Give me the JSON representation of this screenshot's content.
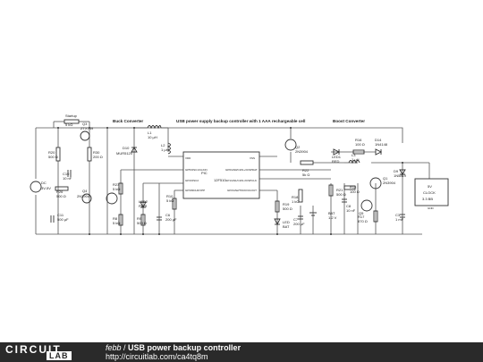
{
  "header": {
    "buck": "Buck Converter",
    "main": "USB power supply backup controller with 1 AAA rechargeable cell",
    "boost": "Boost Converter"
  },
  "labels": {
    "startup": [
      "Startup",
      "5 kΩ"
    ],
    "q3": [
      "Q3",
      "ZTX749"
    ],
    "r20": [
      "R20",
      "500 Ω"
    ],
    "r30": [
      "R30",
      "200 Ω"
    ],
    "c10": [
      "C10",
      "10 nF"
    ],
    "dc": [
      "DC",
      "3V-5V"
    ],
    "r26": [
      "R26",
      "500 Ω"
    ],
    "q4": [
      "Q4",
      "2N3904"
    ],
    "c11": [
      "C11",
      "500 µF"
    ],
    "l1": [
      "L1",
      "10 µH"
    ],
    "d10": [
      "D10",
      "MUR5120"
    ],
    "l2": [
      "L2",
      "1 µH"
    ],
    "r23": [
      "R23",
      "5 kΩ"
    ],
    "r8": [
      "R8",
      "5 kΩ"
    ],
    "led2": [
      "LED2",
      "PWR"
    ],
    "r9": [
      "R9",
      "500 Ω"
    ],
    "c6": [
      "C6",
      "200 µF"
    ],
    "r10": [
      "R10",
      "5 kΩ"
    ],
    "pic": [
      "PIC",
      "12F510"
    ],
    "pins_left": [
      "VDD",
      "GP5/OSC1/CLKIN",
      "GP4/OSC2",
      "GP3/MCLR/VPP"
    ],
    "pins_right": [
      "VSS",
      "GP0/AN0/C1IN+/ICSPDAT",
      "GP1/AN1/C1IN-/ICSPCLK",
      "GP2/AN2/T0CKI/C1OUT"
    ],
    "q2": [
      "Q2",
      "2N3904"
    ],
    "r22": [
      "R22",
      "5k Ω"
    ],
    "r18": [
      "R18",
      "1 kΩ"
    ],
    "r19": [
      "R19",
      "500 Ω"
    ],
    "led_bat": [
      "LED",
      "BAT"
    ],
    "c7": [
      "C7",
      "200 µF"
    ],
    "bat": [
      "BAT",
      "1.2 V"
    ],
    "led1": [
      "LED1",
      "RED"
    ],
    "r16": [
      "R16",
      "100 Ω"
    ],
    "l3": [
      "L3",
      "1 µH"
    ],
    "d14": [
      "D14",
      "1N4148"
    ],
    "r21": [
      "R21",
      "500 Ω"
    ],
    "c8": [
      "C8",
      "10 nF"
    ],
    "r12": [
      "R12",
      "100 Ω"
    ],
    "q1": [
      "Q1",
      "2N3904"
    ],
    "q5": [
      "Q5"
    ],
    "r17": [
      "R17",
      "870 Ω"
    ],
    "d9": [
      "D9",
      "1N5819"
    ],
    "c3": [
      "C3",
      "1 mF"
    ],
    "clock": [
      "5V",
      "CLOCK",
      "3.3 BB"
    ],
    "gnd": "GND"
  },
  "footer": {
    "logo_top": "CIRCUIT",
    "logo_bottom": "LAB",
    "user": "febb",
    "sep": " / ",
    "title": "USB power backup controller",
    "url": "http://circuitlab.com/ca4tq8m"
  }
}
